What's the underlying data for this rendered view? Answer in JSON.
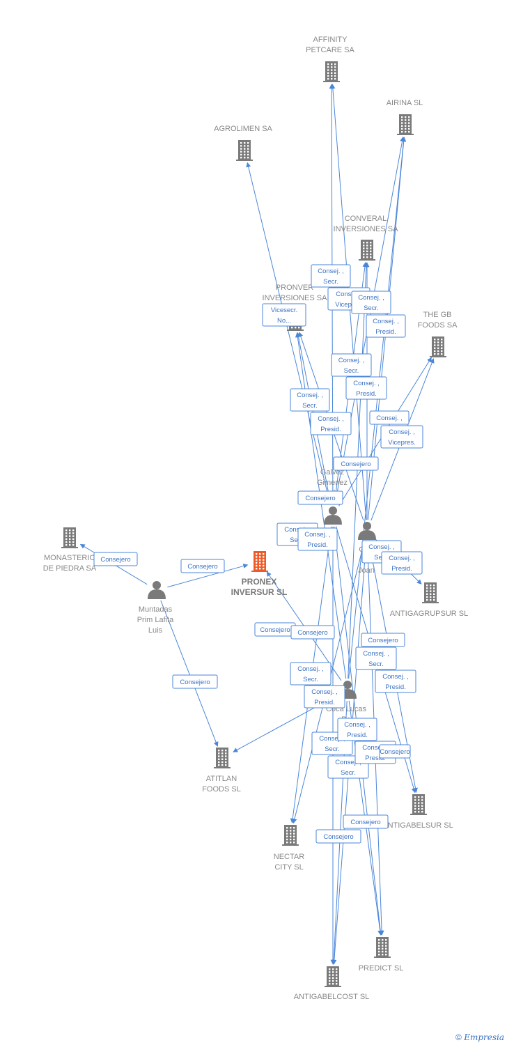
{
  "colors": {
    "edge": "#4a86d8",
    "company": "#7a7a7a",
    "focus": "#f05a28",
    "person": "#7a7a7a"
  },
  "nodes": [
    {
      "id": "affinity",
      "type": "company",
      "lines": [
        "AFFINITY",
        "PETCARE SA"
      ]
    },
    {
      "id": "airina",
      "type": "company",
      "lines": [
        "AIRINA SL"
      ]
    },
    {
      "id": "agrolimen",
      "type": "company",
      "lines": [
        "AGROLIMEN SA"
      ]
    },
    {
      "id": "converal",
      "type": "company",
      "lines": [
        "CONVERAL",
        "INVERSIONES SA"
      ]
    },
    {
      "id": "pronver",
      "type": "company",
      "lines": [
        "PRONVER",
        "INVERSIONES SA"
      ]
    },
    {
      "id": "thegb",
      "type": "company",
      "lines": [
        "THE GB",
        "FOODS SA"
      ]
    },
    {
      "id": "monasterio",
      "type": "company",
      "lines": [
        "MONASTERIO",
        "DE PIEDRA SA"
      ]
    },
    {
      "id": "pronex",
      "type": "focus",
      "lines": [
        "PRONEX",
        "INVERSUR  SL"
      ]
    },
    {
      "id": "galvez",
      "type": "person",
      "lines": [
        "Galvez",
        "Gimenez",
        "el"
      ]
    },
    {
      "id": "corr",
      "type": "person",
      "lines": [
        "Corr",
        "Ma",
        "Joan"
      ]
    },
    {
      "id": "muntadas",
      "type": "person",
      "lines": [
        "Muntadas",
        "Prim Lafita",
        "Luis"
      ]
    },
    {
      "id": "antigagrupsur",
      "type": "company",
      "lines": [
        "ANTIGAGRUPSUR SL"
      ]
    },
    {
      "id": "coca",
      "type": "person",
      "lines": [
        "Coca Lucas",
        "Be"
      ]
    },
    {
      "id": "atitlan",
      "type": "company",
      "lines": [
        "ATITLAN",
        "FOODS SL"
      ]
    },
    {
      "id": "antigabelsur",
      "type": "company",
      "lines": [
        "ANTIGABELSUR SL"
      ]
    },
    {
      "id": "nectar",
      "type": "company",
      "lines": [
        "NECTAR",
        "CITY SL"
      ]
    },
    {
      "id": "predict",
      "type": "company",
      "lines": [
        "PREDICT SL"
      ]
    },
    {
      "id": "antigabelcost",
      "type": "company",
      "lines": [
        "ANTIGABELCOST SL"
      ]
    }
  ],
  "edges": [
    {
      "from": "galvez",
      "to": "affinity"
    },
    {
      "from": "corr",
      "to": "affinity"
    },
    {
      "from": "galvez",
      "to": "airina"
    },
    {
      "from": "corr",
      "to": "airina"
    },
    {
      "from": "coca",
      "to": "airina"
    },
    {
      "from": "galvez",
      "to": "agrolimen"
    },
    {
      "from": "galvez",
      "to": "converal"
    },
    {
      "from": "corr",
      "to": "converal"
    },
    {
      "from": "coca",
      "to": "converal"
    },
    {
      "from": "galvez",
      "to": "pronver"
    },
    {
      "from": "corr",
      "to": "pronver"
    },
    {
      "from": "coca",
      "to": "pronver"
    },
    {
      "from": "galvez",
      "to": "thegb"
    },
    {
      "from": "corr",
      "to": "thegb"
    },
    {
      "from": "muntadas",
      "to": "monasterio"
    },
    {
      "from": "muntadas",
      "to": "pronex"
    },
    {
      "from": "muntadas",
      "to": "atitlan"
    },
    {
      "from": "coca",
      "to": "atitlan"
    },
    {
      "from": "corr",
      "to": "antigagrupsur"
    },
    {
      "from": "coca",
      "to": "pronex"
    },
    {
      "from": "galvez",
      "to": "antigabelsur"
    },
    {
      "from": "corr",
      "to": "antigabelsur"
    },
    {
      "from": "galvez",
      "to": "nectar"
    },
    {
      "from": "corr",
      "to": "nectar"
    },
    {
      "from": "galvez",
      "to": "predict"
    },
    {
      "from": "corr",
      "to": "predict"
    },
    {
      "from": "coca",
      "to": "predict"
    },
    {
      "from": "galvez",
      "to": "antigabelcost"
    },
    {
      "from": "corr",
      "to": "antigabelcost"
    },
    {
      "from": "coca",
      "to": "antigabelcost"
    }
  ],
  "badges": [
    {
      "lines": [
        "Consej. ,",
        "Secr."
      ]
    },
    {
      "lines": [
        "Consej. ,",
        "Vicepres."
      ]
    },
    {
      "lines": [
        "Consej. ,",
        "Secr."
      ]
    },
    {
      "lines": [
        "Vicesecr.",
        "No..."
      ]
    },
    {
      "lines": [
        "Consej. ,",
        "Presid."
      ]
    },
    {
      "lines": [
        "Consej. ,",
        "Secr."
      ]
    },
    {
      "lines": [
        "Consej. ,",
        "Presid."
      ]
    },
    {
      "lines": [
        "Consej. ,",
        "Secr."
      ]
    },
    {
      "lines": [
        "Consej. ,",
        "Presid."
      ]
    },
    {
      "lines": [
        "Consej. ,"
      ]
    },
    {
      "lines": [
        "Consej. ,",
        "Vicepres."
      ]
    },
    {
      "lines": [
        "Consejero"
      ]
    },
    {
      "lines": [
        "Consejero"
      ]
    },
    {
      "lines": [
        "Consej. ,",
        "Secr."
      ]
    },
    {
      "lines": [
        "Consej. ,",
        "Presid."
      ]
    },
    {
      "lines": [
        "Consej. ,",
        "Secr."
      ]
    },
    {
      "lines": [
        "Consej. ,",
        "Presid."
      ]
    },
    {
      "lines": [
        "Consejero"
      ]
    },
    {
      "lines": [
        "Consejero"
      ]
    },
    {
      "lines": [
        "Consejero"
      ]
    },
    {
      "lines": [
        "Consejero"
      ]
    },
    {
      "lines": [
        "Consejero"
      ]
    },
    {
      "lines": [
        "Consejero"
      ]
    },
    {
      "lines": [
        "Consej. ,",
        "Secr."
      ]
    },
    {
      "lines": [
        "Consej. ,",
        "Presid."
      ]
    },
    {
      "lines": [
        "Consej. ,",
        "Secr."
      ]
    },
    {
      "lines": [
        "Consej. ,",
        "Presid."
      ]
    },
    {
      "lines": [
        "Consej. ,",
        "Secr."
      ]
    },
    {
      "lines": [
        "Consej. ,",
        "Presid."
      ]
    },
    {
      "lines": [
        "Consej. ,",
        "Secr."
      ]
    },
    {
      "lines": [
        "Consej. ,",
        "Presid."
      ]
    },
    {
      "lines": [
        "Consejero"
      ]
    },
    {
      "lines": [
        "Consejero"
      ]
    },
    {
      "lines": [
        "Consejero"
      ]
    }
  ],
  "footer": {
    "copyright": "©",
    "brand": "Empresia"
  }
}
